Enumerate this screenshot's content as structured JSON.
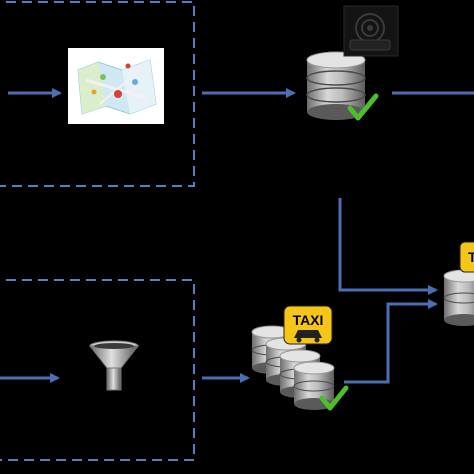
{
  "diagram": {
    "badge_text": "TAXI",
    "colors": {
      "background": "#000000",
      "arrow": "#4a6fb5",
      "dashed_border": "#5b7cc2",
      "check": "#4cbf2a",
      "badge": "#f5c518",
      "cylinder_top": "#e4e4e4",
      "cylinder_body": "#a9a9a9"
    },
    "nodes": [
      {
        "id": "map",
        "icon": "map-icon"
      },
      {
        "id": "database",
        "icon": "database-check-icon"
      },
      {
        "id": "gps",
        "icon": "gps-device-icon"
      },
      {
        "id": "filter",
        "icon": "funnel-icon"
      },
      {
        "id": "taxi-databases",
        "icon": "taxi-database-stack-icon"
      },
      {
        "id": "merged-taxi-database",
        "icon": "taxi-database-icon"
      }
    ]
  }
}
